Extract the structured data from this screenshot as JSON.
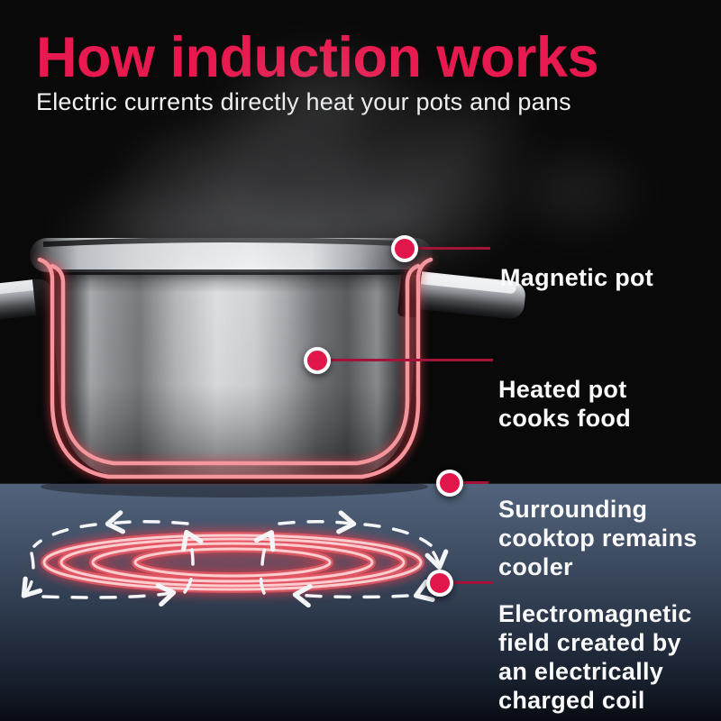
{
  "header": {
    "title": "How induction works",
    "subtitle": "Electric currents directly heat your pots and pans"
  },
  "callouts": [
    {
      "id": "magnetic-pot",
      "label": "Magnetic pot"
    },
    {
      "id": "heated-pot",
      "label": "Heated pot\ncooks food"
    },
    {
      "id": "surrounding-cooktop",
      "label": "Surrounding\ncooktop remains\ncooler"
    },
    {
      "id": "electromagnetic-field",
      "label": "Electromagnetic\nfield created by\nan electrically\ncharged coil"
    }
  ],
  "colors": {
    "accent": "#e8194e",
    "dot": "#e1164a",
    "leader": "#a31237",
    "text": "#fafafa",
    "cooktop_top": "#4e5e76",
    "cooktop_bottom": "#10161f",
    "coil_core": "#ffcdd0",
    "coil_glow": "#ee5f6a",
    "pot_outline": "#f5969d",
    "field_line": "#f4f5f7"
  }
}
